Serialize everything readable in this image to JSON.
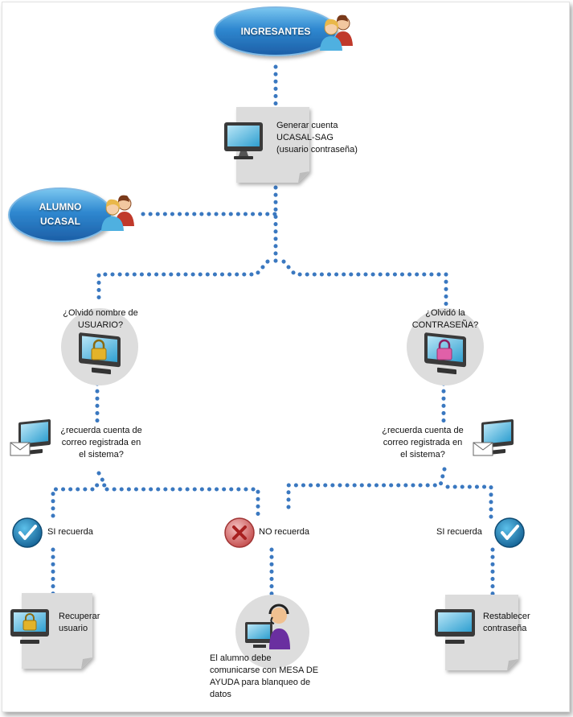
{
  "nodes": {
    "ingresantes": "INGRESANTES",
    "alumno_line1": "ALUMNO",
    "alumno_line2": "UCASAL",
    "generar": [
      "Generar cuenta",
      "UCASAL-SAG",
      "(usuario contraseña)"
    ],
    "olvido_usuario": [
      "¿Olvidó nombre de",
      "USUARIO?"
    ],
    "olvido_contrasena": [
      "¿Olvidó la",
      "CONTRASEÑA?"
    ],
    "recuerda_left": [
      "¿recuerda cuenta de",
      "correo registrada en",
      "el sistema?"
    ],
    "recuerda_right": [
      "¿recuerda cuenta de",
      "correo registrada en",
      "el sistema?"
    ],
    "si_recuerda_left": "SI recuerda",
    "no_recuerda": "NO recuerda",
    "si_recuerda_right": "SI recuerda",
    "recuperar": [
      "Recuperar",
      "usuario"
    ],
    "mesa": [
      "El alumno debe",
      "comunicarse con MESA DE",
      "AYUDA para blanqueo de",
      "datos"
    ],
    "restablecer": [
      "Restablecer",
      "contraseña"
    ]
  },
  "colors": {
    "connector": "#3a78c0",
    "ellipse": "#2f88d0",
    "check": "#1f7fb6",
    "cross": "#d66464",
    "monitor_screen": "#4ab0da",
    "lock_gold": "#e3b32a",
    "lock_pink": "#e060a8",
    "doc": "#dcdcdc",
    "circle": "#dddddd"
  },
  "icons": [
    "people-icon",
    "monitor-icon",
    "lock-icon",
    "mail-icon",
    "check-icon",
    "cross-icon",
    "support-agent-icon"
  ]
}
